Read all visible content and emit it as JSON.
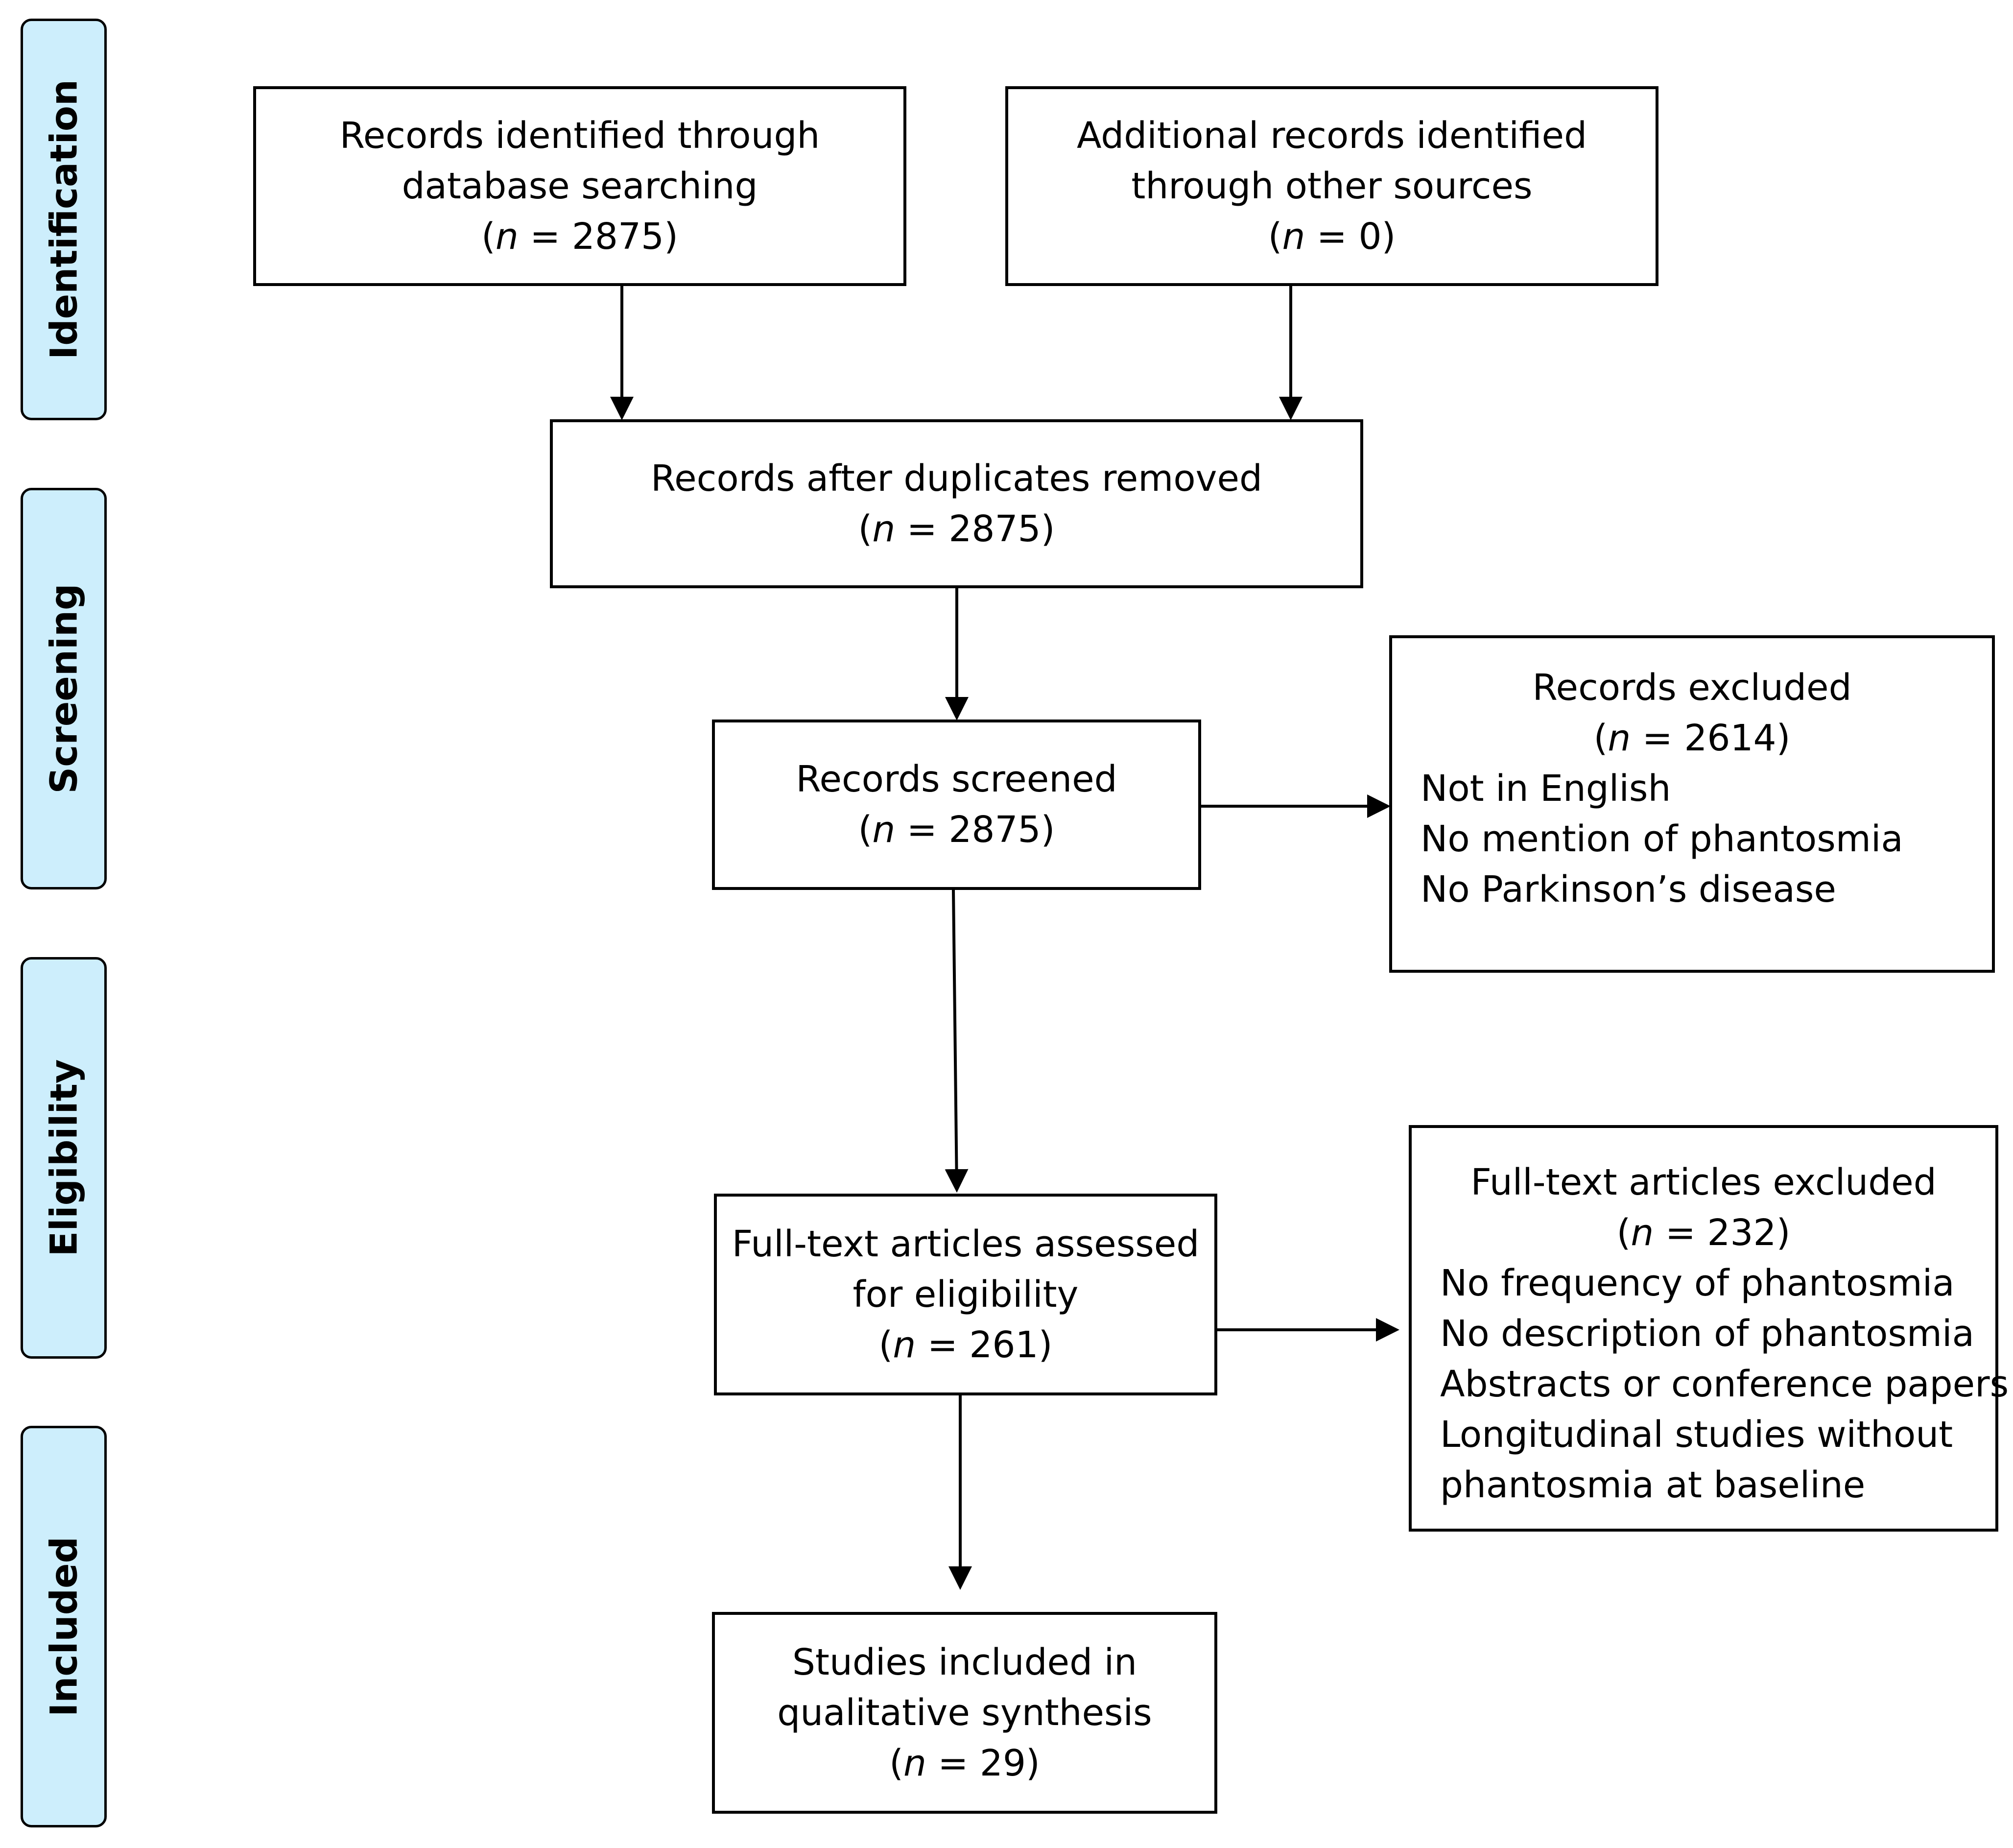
{
  "stages": {
    "identification": "Identification",
    "screening": "Screening",
    "eligibility": "Eligibility",
    "included": "Included"
  },
  "boxes": {
    "database": {
      "line1": "Records identified through",
      "line2": "database searching",
      "n_prefix": "(",
      "n_symbol": "n",
      "n_suffix": " = 2875)"
    },
    "other_sources": {
      "line1": "Additional records identified",
      "line2": "through other sources",
      "n_prefix": "(",
      "n_symbol": "n",
      "n_suffix": " = 0)"
    },
    "duplicates_removed": {
      "line1": "Records after duplicates removed",
      "n_prefix": "(",
      "n_symbol": "n",
      "n_suffix": " = 2875)"
    },
    "screened": {
      "line1": "Records screened",
      "n_prefix": "(",
      "n_symbol": "n",
      "n_suffix": " = 2875)"
    },
    "records_excluded": {
      "title": "Records excluded",
      "n_prefix": "(",
      "n_symbol": "n",
      "n_suffix": " = 2614)",
      "reasons": [
        "Not in English",
        "No mention of phantosmia",
        "No Parkinson’s disease"
      ]
    },
    "full_text_assessed": {
      "line1": "Full-text articles assessed",
      "line2": "for eligibility",
      "n_prefix": "(",
      "n_symbol": "n",
      "n_suffix": " = 261)"
    },
    "full_text_excluded": {
      "title": "Full-text articles excluded",
      "n_prefix": "(",
      "n_symbol": "n",
      "n_suffix": " = 232)",
      "reasons": [
        "No frequency of phantosmia",
        "No description of phantosmia",
        "Abstracts or conference papers",
        "Longitudinal studies without",
        "phantosmia at baseline"
      ]
    },
    "included": {
      "line1": "Studies included in",
      "line2": "qualitative synthesis",
      "n_prefix": "(",
      "n_symbol": "n",
      "n_suffix": " = 29)"
    }
  }
}
